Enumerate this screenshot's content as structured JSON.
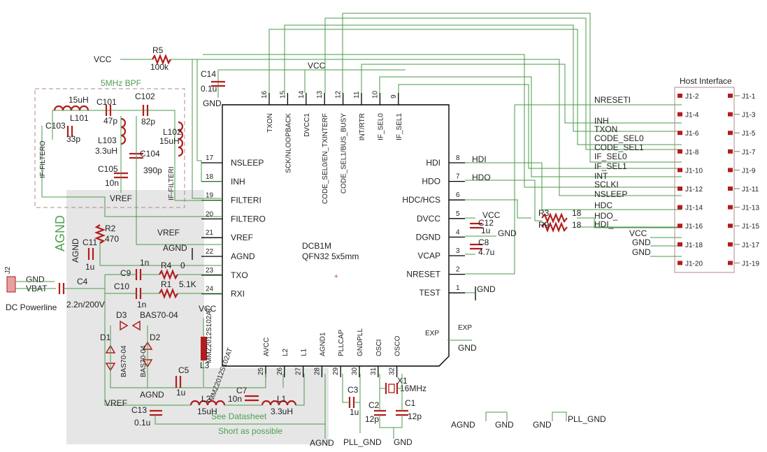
{
  "ic": {
    "name": "DCB1M",
    "package": "QFN32 5x5mm",
    "left_pins": [
      {
        "num": "17",
        "name": "NSLEEP"
      },
      {
        "num": "18",
        "name": "INH"
      },
      {
        "num": "19",
        "name": "FILTERI"
      },
      {
        "num": "20",
        "name": "FILTERO"
      },
      {
        "num": "21",
        "name": "VREF"
      },
      {
        "num": "22",
        "name": "AGND"
      },
      {
        "num": "23",
        "name": "TXO"
      },
      {
        "num": "24",
        "name": "RXI"
      }
    ],
    "top_pins": [
      {
        "num": "16",
        "name": "TXON"
      },
      {
        "num": "15",
        "name": "SCK/NLOOPBACK"
      },
      {
        "num": "14",
        "name": "DVCC1"
      },
      {
        "num": "13",
        "name": "CODE_SEL0/EN_TXINTERF"
      },
      {
        "num": "12",
        "name": "CODE_SEL1/BUS_BUSY"
      },
      {
        "num": "11",
        "name": "INT/RTR"
      },
      {
        "num": "10",
        "name": "IF_SEL0"
      },
      {
        "num": "9",
        "name": "IF_SEL1"
      }
    ],
    "right_pins": [
      {
        "num": "8",
        "name": "HDI"
      },
      {
        "num": "7",
        "name": "HDO"
      },
      {
        "num": "6",
        "name": "HDC/HCS"
      },
      {
        "num": "5",
        "name": "DVCC"
      },
      {
        "num": "4",
        "name": "DGND"
      },
      {
        "num": "3",
        "name": "VCAP"
      },
      {
        "num": "2",
        "name": "NRESET"
      },
      {
        "num": "1",
        "name": "TEST"
      }
    ],
    "bottom_pins": [
      {
        "num": "25",
        "name": "AVCC"
      },
      {
        "num": "26",
        "name": "L2"
      },
      {
        "num": "27",
        "name": "L1"
      },
      {
        "num": "28",
        "name": "AGND1"
      },
      {
        "num": "29",
        "name": "PLLCAP"
      },
      {
        "num": "30",
        "name": "GNDPLL"
      },
      {
        "num": "31",
        "name": "OSCI"
      },
      {
        "num": "32",
        "name": "OSCO"
      }
    ],
    "exp_pin": "EXP"
  },
  "host": {
    "title": "Host Interface",
    "left_pins": [
      "J1-2",
      "J1-4",
      "J1-6",
      "J1-8",
      "J1-10",
      "J1-12",
      "J1-14",
      "J1-16",
      "J1-18",
      "J1-20"
    ],
    "right_pins": [
      "J1-1",
      "J1-3",
      "J1-5",
      "J1-7",
      "J1-9",
      "J1-11",
      "J1-13",
      "J1-15",
      "J1-17",
      "J1-19"
    ],
    "nets": [
      "NRESETI",
      "INH",
      "TXON",
      "CODE_SEL0",
      "CODE_SEL1",
      "IF_SEL0",
      "IF_SEL1",
      "INT",
      "SCLKI",
      "NSLEEP",
      "HDC",
      "HDO_",
      "HDI_"
    ],
    "power_nets": [
      "VCC",
      "GND",
      "GND"
    ]
  },
  "labels": {
    "bpf": "5MHz BPF",
    "agnd_area": "AGND",
    "see_datasheet": "See Datasheet",
    "short": "Short as possible",
    "dc_powerline": "DC Powerline",
    "vbat": "VBAT",
    "gnd": "GND",
    "vcc": "VCC",
    "agnd": "AGND",
    "pll_gnd": "PLL_GND",
    "vref": "VREF",
    "filtero": "IF-FILTERO",
    "filteri": "IF-FILTERI",
    "j2": "J2",
    "hdi": "HDI",
    "hdo": "HDO",
    "exp": "EXP"
  },
  "components": {
    "r5": {
      "ref": "R5",
      "val": "100k"
    },
    "c14": {
      "ref": "C14",
      "val": "0.1u"
    },
    "c101": {
      "ref": "C101",
      "val": "47p"
    },
    "c102": {
      "ref": "C102",
      "val": "82p"
    },
    "c103": {
      "ref": "C103",
      "val": "33p"
    },
    "l101": {
      "ref": "L101",
      "val": "15uH"
    },
    "l102": {
      "ref": "L102",
      "val": "15uH"
    },
    "l103": {
      "ref": "L103",
      "val": "3.3uH"
    },
    "c104": {
      "ref": "C104",
      "val": "390p"
    },
    "c105": {
      "ref": "C105",
      "val": "10n"
    },
    "r2": {
      "ref": "R2",
      "val": "470"
    },
    "c11": {
      "ref": "C11",
      "val": "1u"
    },
    "c4": {
      "ref": "C4",
      "val": "2.2n/200V"
    },
    "c9": {
      "ref": "C9",
      "val": "1n"
    },
    "c10": {
      "ref": "C10",
      "val": "1n"
    },
    "r4": {
      "ref": "R4",
      "val": "0"
    },
    "r1": {
      "ref": "R1",
      "val": "5.1K"
    },
    "d3": {
      "ref": "D3",
      "val": "BAS70-04"
    },
    "d1": {
      "ref": "D1",
      "val": "BAS70-04"
    },
    "d2": {
      "ref": "D2",
      "val": "BAS70-04"
    },
    "c5": {
      "ref": "C5",
      "val": "1u"
    },
    "l3": {
      "ref": "L3",
      "val": "MMZ2012S102AT"
    },
    "c7": {
      "ref": "C7",
      "val": "10n"
    },
    "l2": {
      "ref": "L2",
      "val": "15uH"
    },
    "l1": {
      "ref": "L1",
      "val": "3.3uH"
    },
    "c13": {
      "ref": "C13",
      "val": "0.1u"
    },
    "c3": {
      "ref": "C3",
      "val": "1u"
    },
    "c2": {
      "ref": "C2",
      "val": "12p"
    },
    "c1": {
      "ref": "C1",
      "val": "12p"
    },
    "x1": {
      "ref": "X1",
      "val": "16MHz"
    },
    "c12": {
      "ref": "C12",
      "val": "1u"
    },
    "c8": {
      "ref": "C8",
      "val": "4.7u"
    },
    "r3": {
      "ref": "R3",
      "val": "18"
    },
    "r9": {
      "ref": "R9",
      "val": "18"
    }
  }
}
